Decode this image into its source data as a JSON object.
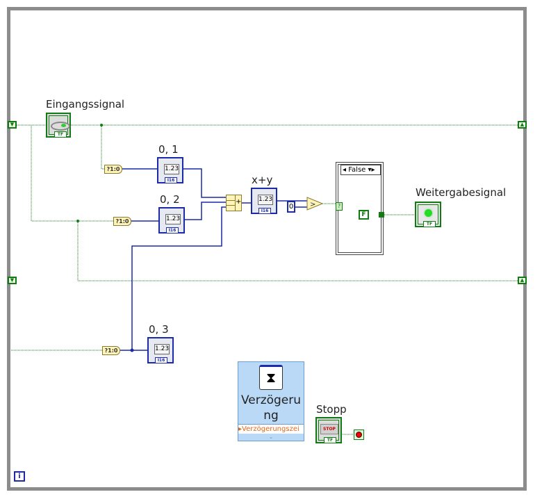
{
  "controls": {
    "input": "Eingangssignal",
    "output": "Weitergabesignal",
    "stop": "Stopp",
    "stop_text": "STOP",
    "bool_type": "TF"
  },
  "indicators": [
    {
      "label": "0, 1"
    },
    {
      "label": "0, 2"
    },
    {
      "label": "0, 3"
    },
    {
      "label": "x+y"
    }
  ],
  "indicator_display": "1.23",
  "indicator_type": "I16",
  "converter_text": "?1:0",
  "constant_zero": "0",
  "case": {
    "selector": "False",
    "selector_terminal": "?",
    "constant": "F"
  },
  "add_symbol": "+",
  "compare_symbol": ">",
  "delay": {
    "title": "Verzögerung",
    "input": "Verzögerungszei"
  },
  "iteration_terminal": "i",
  "colors": {
    "boolean_wire": "#127a12",
    "numeric_wire": "#1a2aa8",
    "loop_border": "#8c8c8c"
  }
}
